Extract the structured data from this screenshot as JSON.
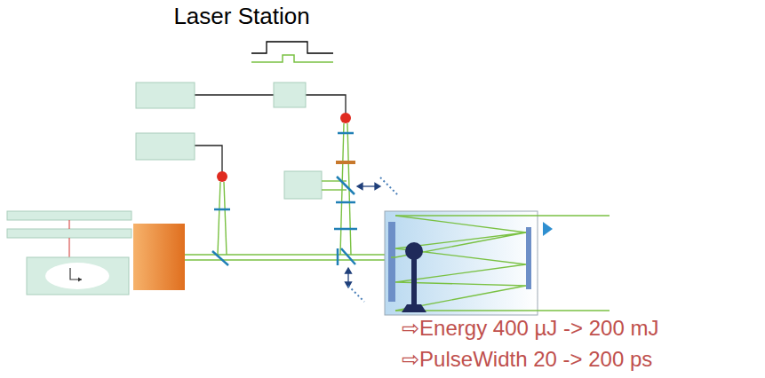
{
  "diagram": {
    "title": "Laser Station",
    "labels": [
      "⇨Energy 400 µJ -> 200 mJ",
      "⇨PulseWidth 20 -> 200 ps"
    ]
  }
}
